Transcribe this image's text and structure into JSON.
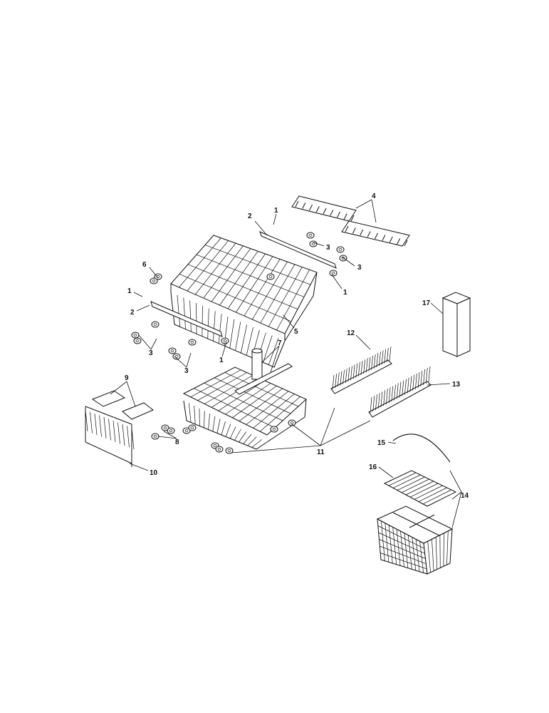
{
  "callouts": {
    "c1a": "1",
    "c1b": "1",
    "c1c": "1",
    "c1d": "1",
    "c2a": "2",
    "c2b": "2",
    "c3a": "3",
    "c3b": "3",
    "c3c": "3",
    "c3d": "3",
    "c4": "4",
    "c5": "5",
    "c6": "6",
    "c7": "7",
    "c8": "8",
    "c9": "9",
    "c10": "10",
    "c11": "11",
    "c12": "12",
    "c13": "13",
    "c14": "14",
    "c15": "15",
    "c16": "16",
    "c17": "17"
  }
}
